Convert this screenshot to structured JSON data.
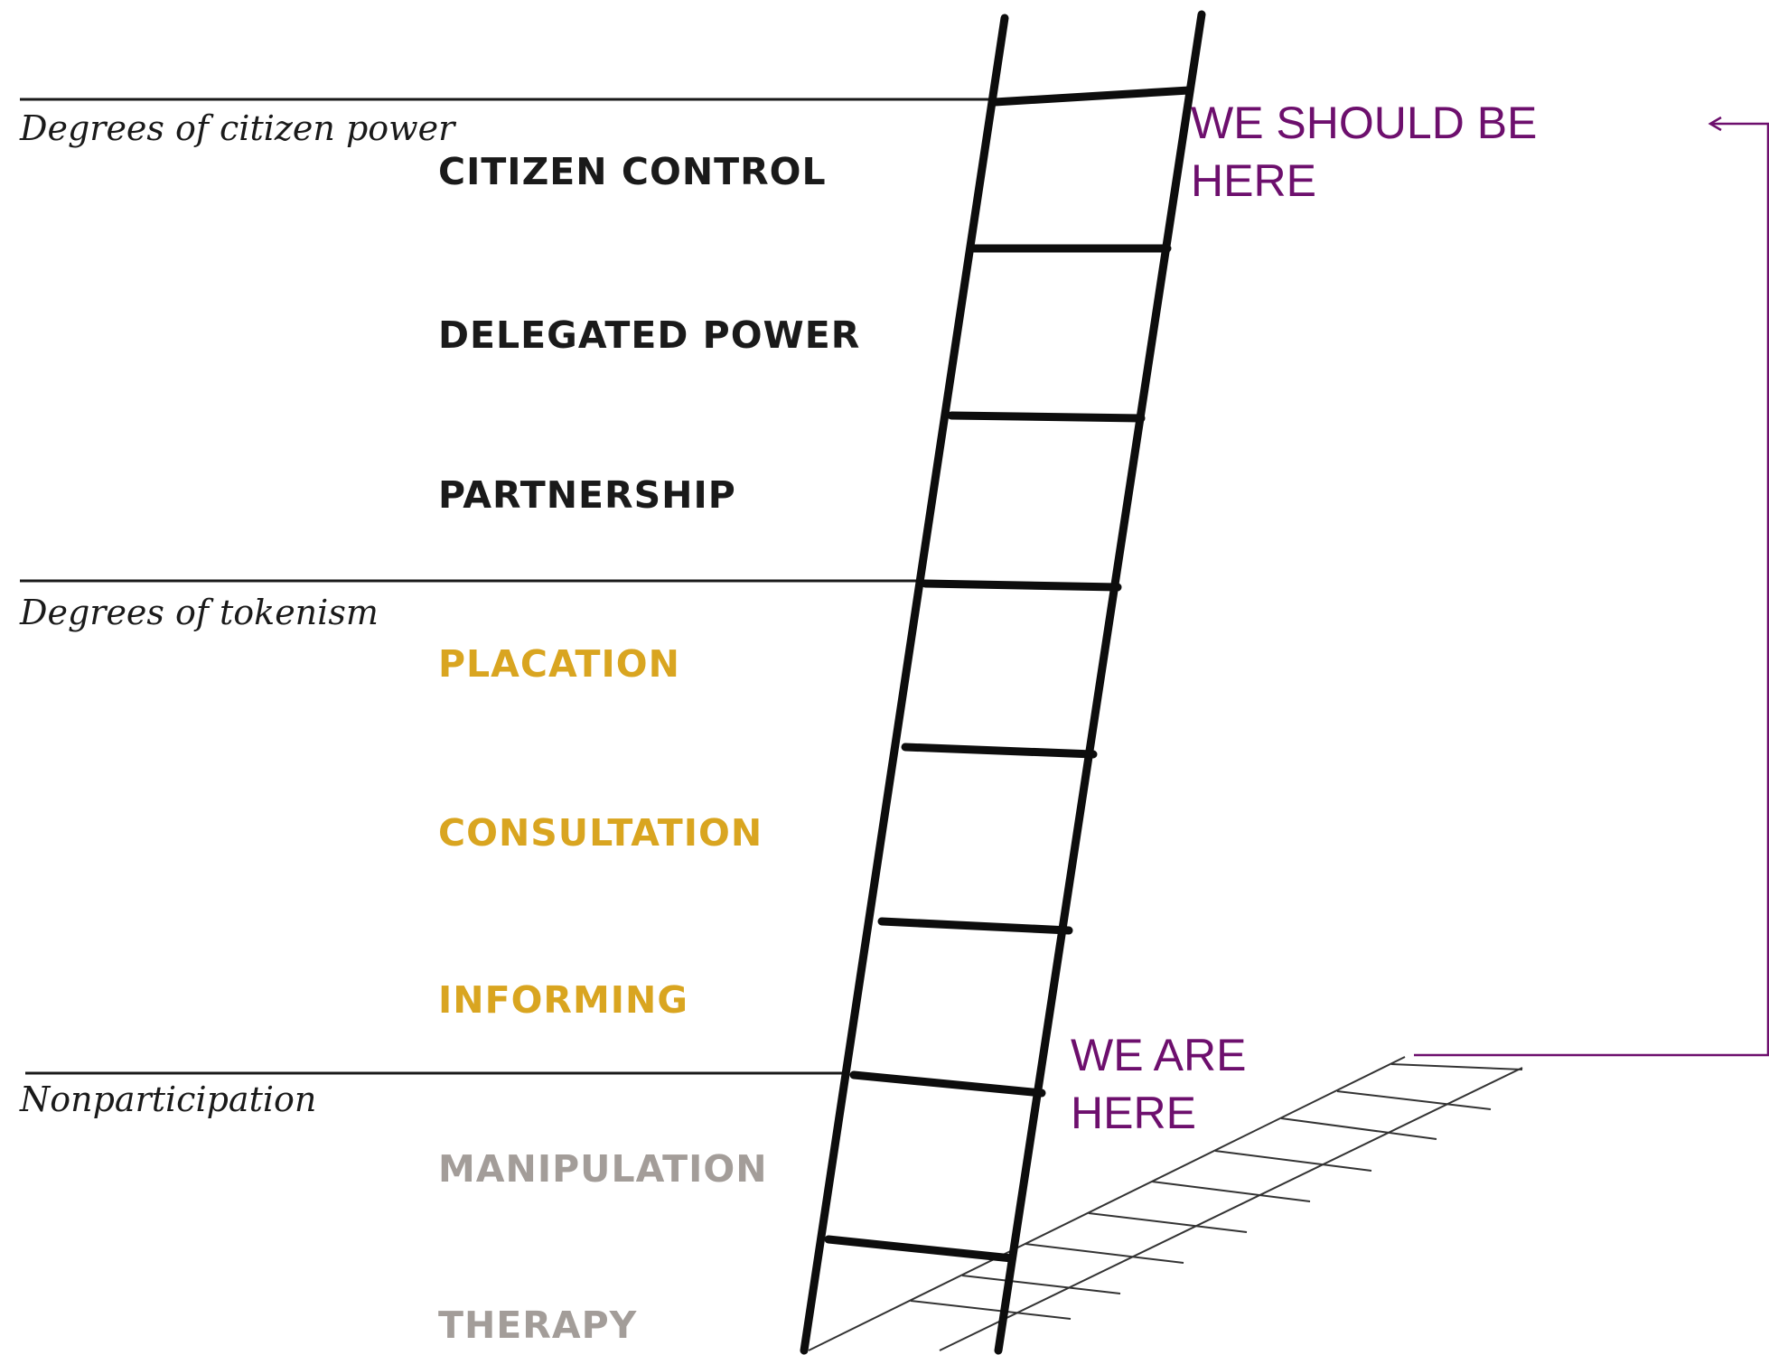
{
  "categories": {
    "citizen_power": "Degrees of citizen power",
    "tokenism": "Degrees of tokenism",
    "nonparticipation": "Nonparticipation"
  },
  "rungs": [
    {
      "label": "CITIZEN CONTROL",
      "group": "citizen_power"
    },
    {
      "label": "DELEGATED POWER",
      "group": "citizen_power"
    },
    {
      "label": "PARTNERSHIP",
      "group": "citizen_power"
    },
    {
      "label": "PLACATION",
      "group": "tokenism"
    },
    {
      "label": "CONSULTATION",
      "group": "tokenism"
    },
    {
      "label": "INFORMING",
      "group": "tokenism"
    },
    {
      "label": "MANIPULATION",
      "group": "nonparticipation"
    },
    {
      "label": "THERAPY",
      "group": "nonparticipation"
    }
  ],
  "annotations": {
    "target": {
      "line1": "WE SHOULD BE",
      "line2": "HERE"
    },
    "current": {
      "line1": "WE ARE",
      "line2": "HERE"
    }
  },
  "colors": {
    "citizen_power": "#1a1a1a",
    "tokenism": "#d9a520",
    "nonparticipation": "#a39d99",
    "annotation": "#6d0f6d"
  }
}
